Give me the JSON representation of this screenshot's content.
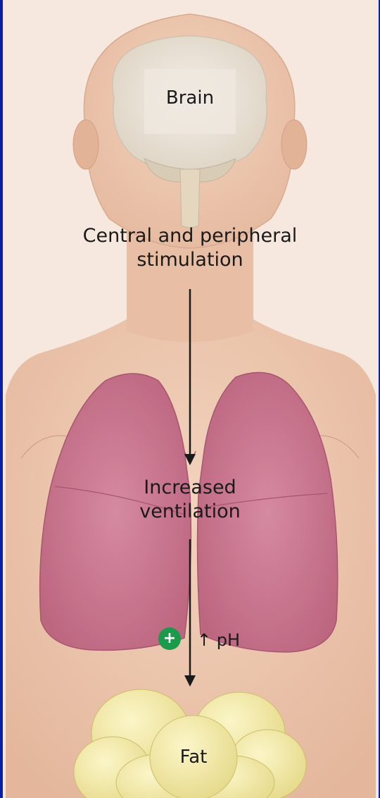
{
  "diagram": {
    "labels": {
      "brain": "Brain",
      "stimulation_line1": "Central and peripheral",
      "stimulation_line2": "stimulation",
      "ventilation_line1": "Increased",
      "ventilation_line2": "ventilation",
      "plus_sign": "+",
      "ph": "↑ pH",
      "fat": "Fat"
    },
    "colors": {
      "frame": "#0a1fa8",
      "skin": "#ecc8b0",
      "lung": "#c9778f",
      "brain": "#ece6dc",
      "fat": "#f2eaa0",
      "plus_badge": "#1a9a4a",
      "arrow": "#1a1a1a"
    }
  }
}
